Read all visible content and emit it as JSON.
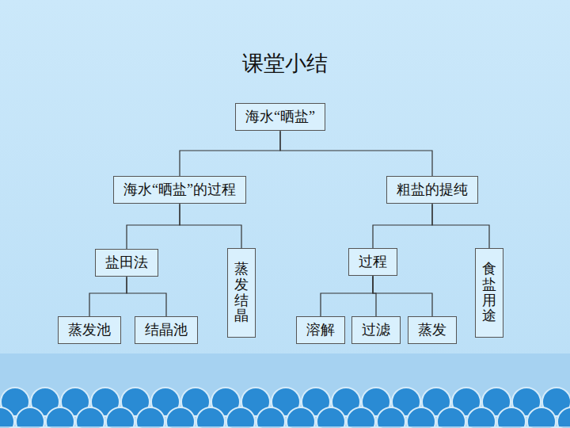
{
  "diagram": {
    "title": "课堂小结",
    "nodes": [
      {
        "text": [
          "海水“晒盐”"
        ]
      },
      {
        "text": [
          "海水“晒盐”的过程"
        ]
      },
      {
        "text": [
          "粗盐的提纯"
        ]
      },
      {
        "text": [
          "盐田法"
        ]
      },
      {
        "text": [
          "蒸发结晶"
        ]
      },
      {
        "text": [
          "过程"
        ]
      },
      {
        "text": [
          "食盐用途"
        ]
      },
      {
        "text": [
          "蒸发池"
        ]
      },
      {
        "text": [
          "结晶池"
        ]
      },
      {
        "text": [
          "溶解"
        ]
      },
      {
        "text": [
          "过滤"
        ]
      },
      {
        "text": [
          "蒸发"
        ]
      }
    ],
    "edges": [
      {
        "from": 0,
        "to": 1,
        "arrow": "none"
      },
      {
        "from": 0,
        "to": 2,
        "arrow": "none"
      },
      {
        "from": 1,
        "to": 3,
        "arrow": "none"
      },
      {
        "from": 1,
        "to": 4,
        "arrow": "none"
      },
      {
        "from": 2,
        "to": 5,
        "arrow": "none"
      },
      {
        "from": 2,
        "to": 6,
        "arrow": "none"
      },
      {
        "from": 3,
        "to": 7,
        "arrow": "none"
      },
      {
        "from": 3,
        "to": 8,
        "arrow": "none"
      },
      {
        "from": 5,
        "to": 9,
        "arrow": "none"
      },
      {
        "from": 5,
        "to": 10,
        "arrow": "none"
      },
      {
        "from": 5,
        "to": 11,
        "arrow": "none"
      }
    ]
  }
}
